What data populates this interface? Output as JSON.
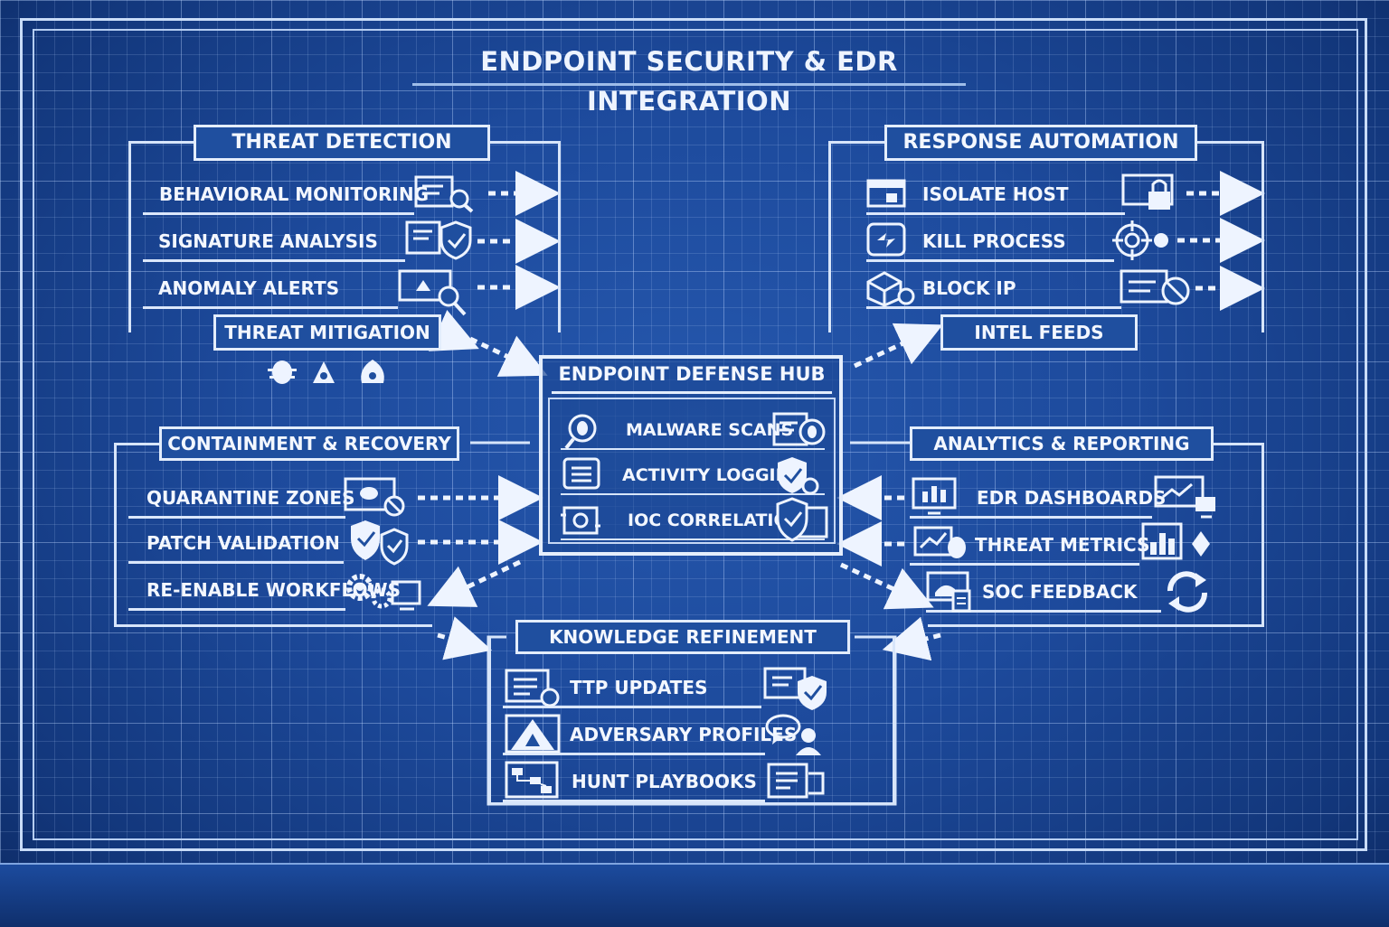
{
  "title": "ENDPOINT SECURITY & EDR INTEGRATION",
  "threat_detection": {
    "header": "THREAT DETECTION",
    "items": [
      "BEHAVIORAL MONITORING",
      "SIGNATURE ANALYSIS",
      "ANOMALY ALERTS"
    ],
    "footer": "THREAT MITIGATION"
  },
  "response_automation": {
    "header": "RESPONSE AUTOMATION",
    "items": [
      "ISOLATE HOST",
      "KILL PROCESS",
      "BLOCK IP"
    ],
    "footer": "INTEL FEEDS"
  },
  "hub": {
    "header": "ENDPOINT DEFENSE HUB",
    "items": [
      "MALWARE SCANS",
      "ACTIVITY LOGGING",
      "IOC CORRELATION"
    ]
  },
  "containment": {
    "header": "CONTAINMENT & RECOVERY",
    "items": [
      "QUARANTINE ZONES",
      "PATCH VALIDATION",
      "RE-ENABLE WORKFLOWS"
    ]
  },
  "analytics": {
    "header": "ANALYTICS & REPORTING",
    "items": [
      "EDR DASHBOARDS",
      "THREAT METRICS",
      "SOC FEEDBACK"
    ]
  },
  "knowledge": {
    "header": "KNOWLEDGE REFINEMENT",
    "items": [
      "TTP UPDATES",
      "ADVERSARY PROFILES",
      "HUNT PLAYBOOKS"
    ]
  },
  "colors": {
    "background": "#1d4a9c",
    "line": "#e3edfc",
    "text": "#f3f7ff"
  }
}
